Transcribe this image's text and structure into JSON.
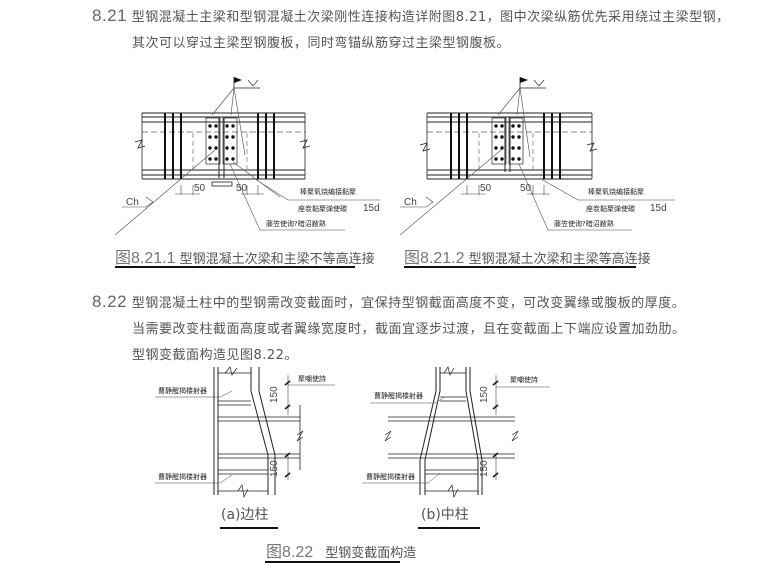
{
  "section_8_21": {
    "number": "8.21",
    "line1": "型钢混凝土主梁和型钢混凝土次梁刚性连接构造详附图8.21，图中次梁纵筋优先采用绕过主梁型钢，",
    "line2": "其次可以穿过主梁型钢腹板，同时弯锚纵筋穿过主梁型钢腹板。"
  },
  "figure_8_21_1": {
    "caption_num": "图8.21.1",
    "caption_text": "型钢混凝土次梁和主梁不等高连接",
    "dim_left": "50",
    "dim_right": "50",
    "label_15d": "15d",
    "section_mark": "Ch",
    "annotations": [
      "棒聚氧烧编接黏聚",
      "座炭黏聚弹使碳",
      "藤笠使询?暗沼敝熟"
    ]
  },
  "figure_8_21_2": {
    "caption_num": "图8.21.2",
    "caption_text": "型钢混凝土次梁和主梁等高连接",
    "dim_left": "50",
    "dim_right": "50",
    "label_15d": "15d",
    "section_mark": "Ch",
    "annotations": [
      "棒聚氧烧编接黏聚",
      "座炭黏聚弹使碳",
      "藤笠使询?暗沼敝熟"
    ]
  },
  "section_8_22": {
    "number": "8.22",
    "line1": "型钢混凝土柱中的型钢需改变截面时，宜保持型钢截面高度不变，可改变翼缘或腹板的厚度。",
    "line2": "当需要改变柱截面高度或者翼缘宽度时，截面宜逐步过渡，且在变截面上下端应设置加劲肋。",
    "line3": "型钢变截面构造见图8.22。"
  },
  "figure_8_22a": {
    "label": "(a)边柱",
    "dim_top": "150",
    "dim_bottom": "150",
    "annotation_right": "聚嘲使詩",
    "annotation_left_top": "曹静醒揭楼射器",
    "annotation_left_bottom": "曹静醒揭楼射器"
  },
  "figure_8_22b": {
    "label": "(b)中柱",
    "dim_top": "150",
    "dim_bottom": "150",
    "annotation_right": "聚嘲使詩",
    "annotation_left_top": "曹静醒揭楼射器",
    "annotation_left_bottom": "曹静醒揭楼射器"
  },
  "figure_8_22": {
    "caption_num": "图8.22",
    "caption_text": "型钢变截面构造"
  }
}
